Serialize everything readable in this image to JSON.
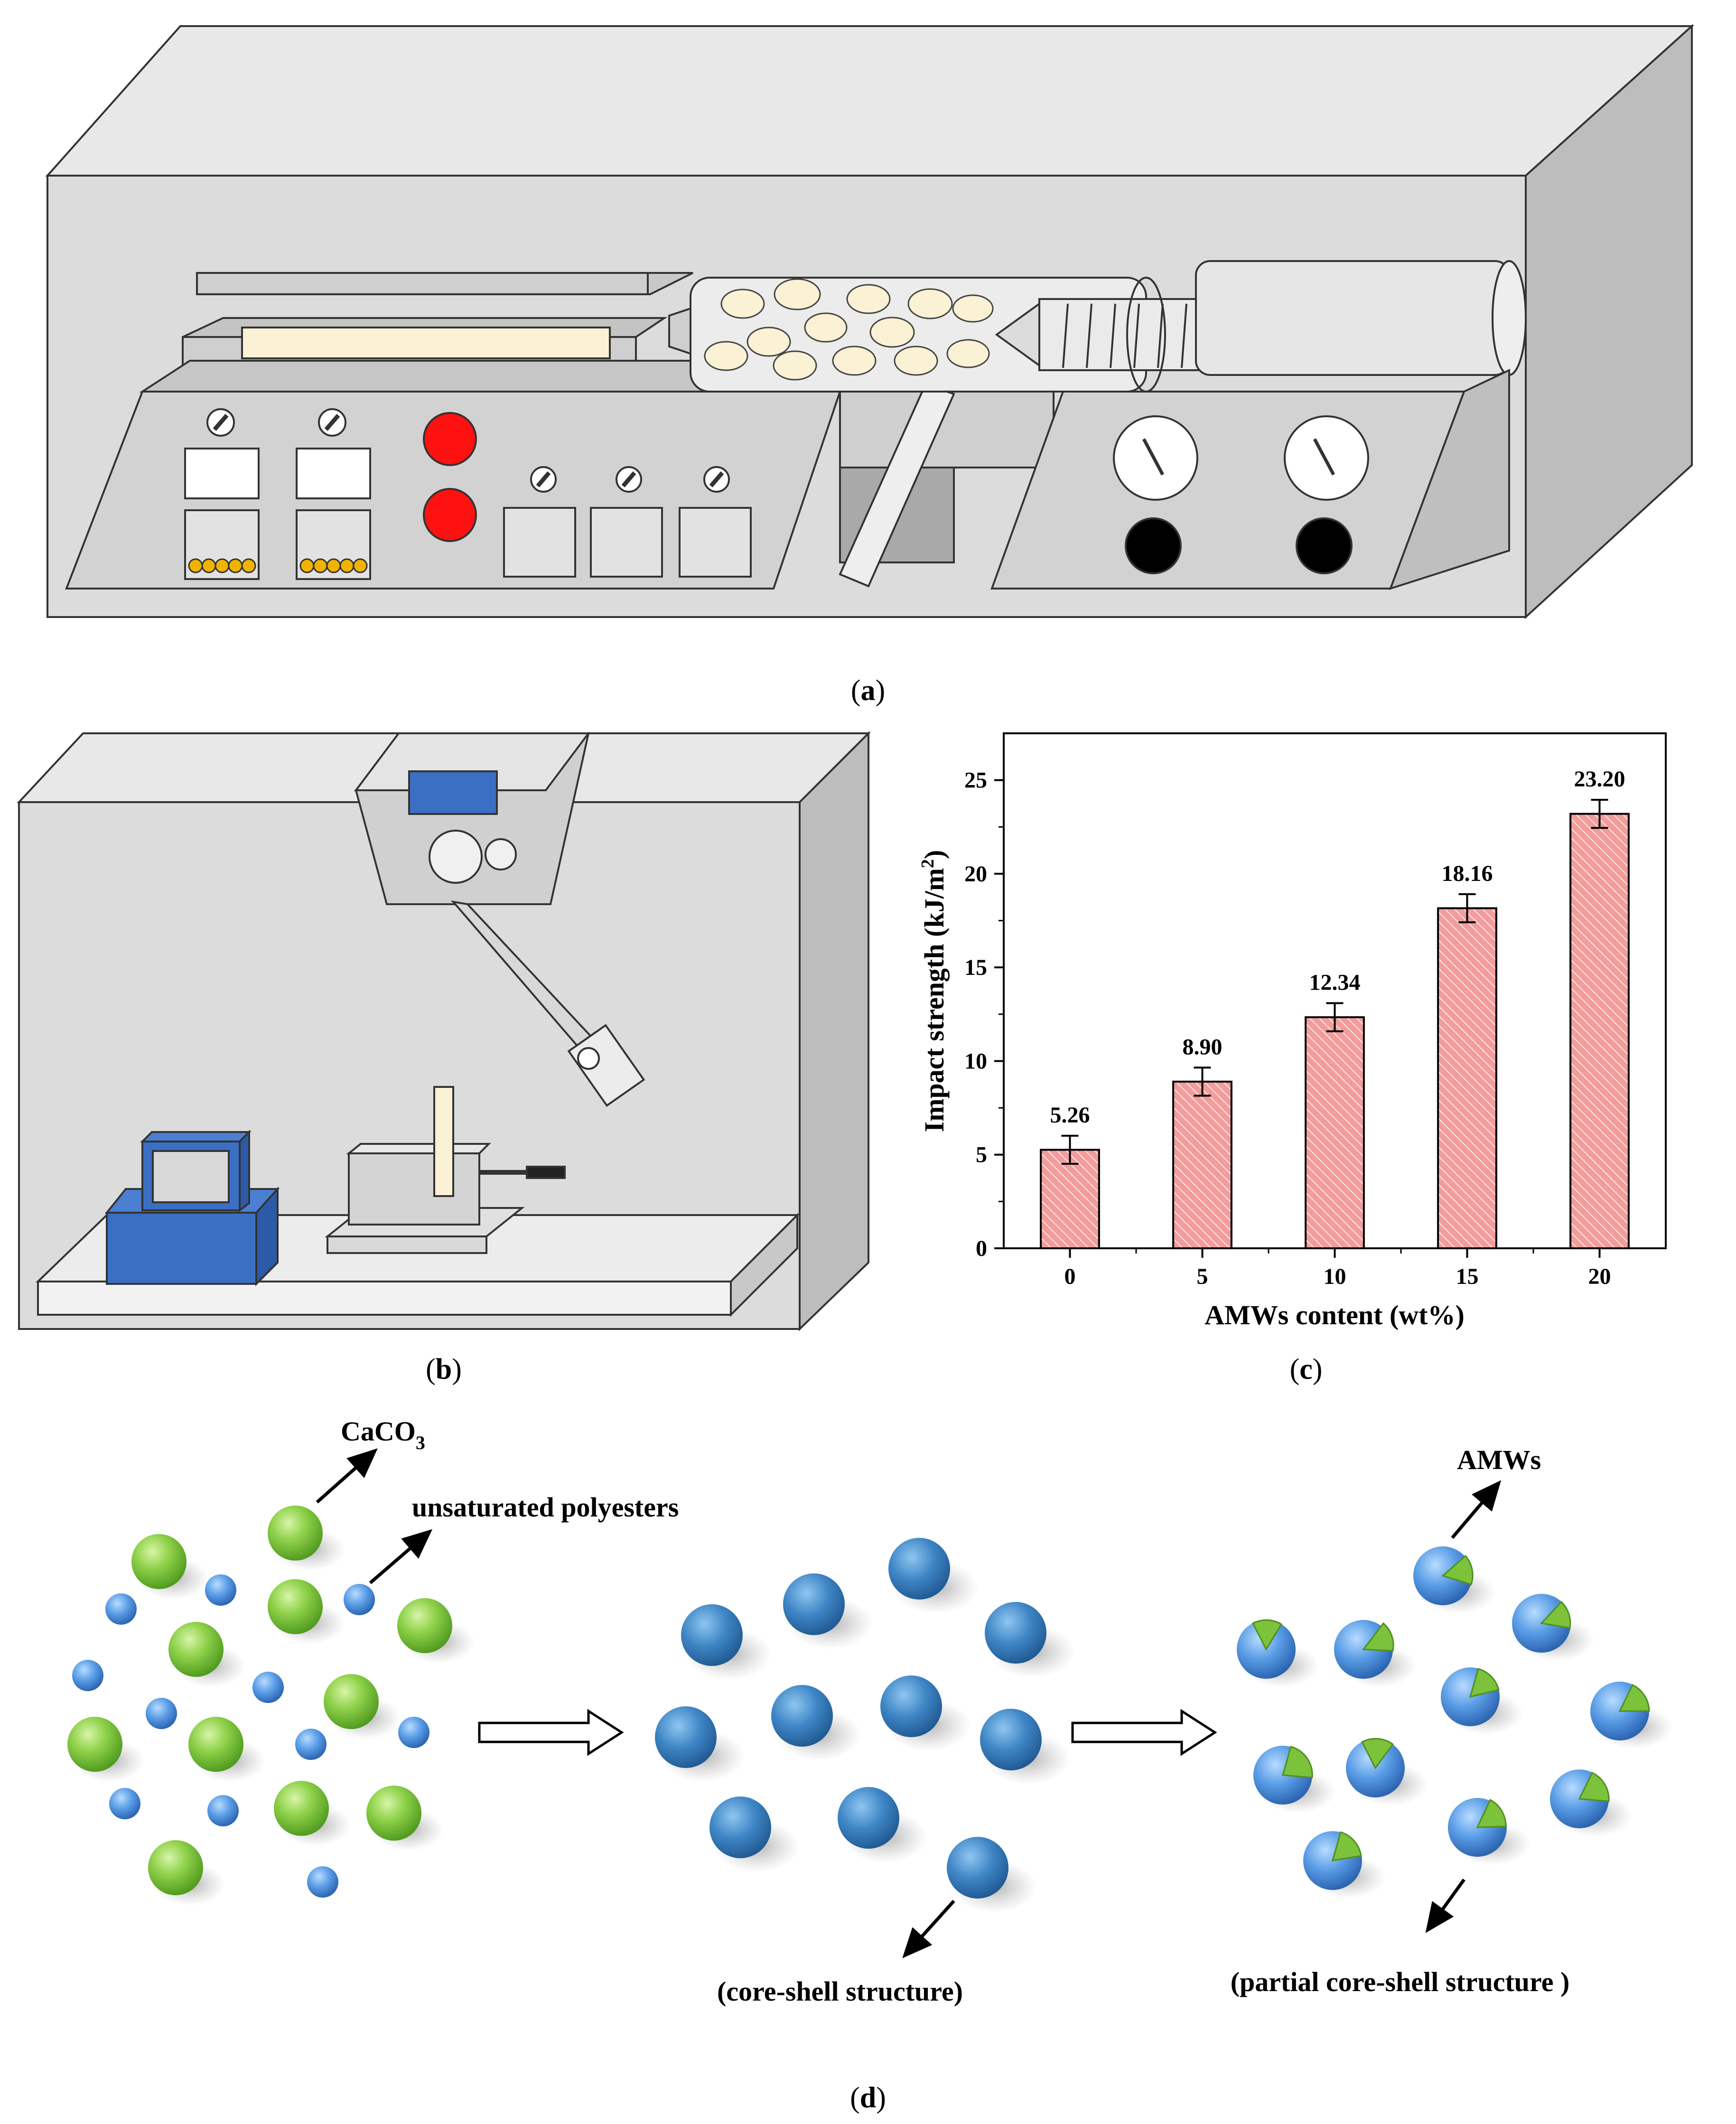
{
  "captions": {
    "a": {
      "open": "(",
      "letter": "a",
      "close": ")"
    },
    "b": {
      "open": "(",
      "letter": "b",
      "close": ")"
    },
    "c": {
      "open": "(",
      "letter": "c",
      "close": ")"
    },
    "d": {
      "open": "(",
      "letter": "d",
      "close": ")"
    }
  },
  "panel_d": {
    "caco3_main": "CaCO",
    "caco3_sub": "3",
    "unsaturated_polyesters": "unsaturated polyesters",
    "amws": "AMWs",
    "core_shell": "(core-shell structure)",
    "partial_core_shell": "(partial core-shell structure )"
  },
  "colors": {
    "bar_fill": "#f4a6a6",
    "bar_stroke": "#000000",
    "machine_gray": "#d4d4d4",
    "box_gray": "#e0e0e0",
    "red_button": "#ff1111",
    "sphere_green": "#7cc23a",
    "sphere_blue": "#4a8fd6",
    "instrument_blue": "#3a6fc4"
  },
  "chart_data": {
    "type": "bar",
    "categories": [
      "0",
      "5",
      "10",
      "15",
      "20"
    ],
    "values": [
      5.26,
      8.9,
      12.34,
      18.16,
      23.2
    ],
    "value_labels": [
      "5.26",
      "8.90",
      "12.34",
      "18.16",
      "23.20"
    ],
    "errors": [
      0.75,
      0.75,
      0.75,
      0.75,
      0.75
    ],
    "ylim": [
      0,
      27.5
    ],
    "yticks": [
      "0",
      "5",
      "10",
      "15",
      "20",
      "25"
    ],
    "xlabel": "AMWs content (wt%)",
    "ylabel_main": "Impact strength (kJ/m",
    "ylabel_sup": "2",
    "ylabel_close": ")",
    "grid": false,
    "legend": false
  }
}
